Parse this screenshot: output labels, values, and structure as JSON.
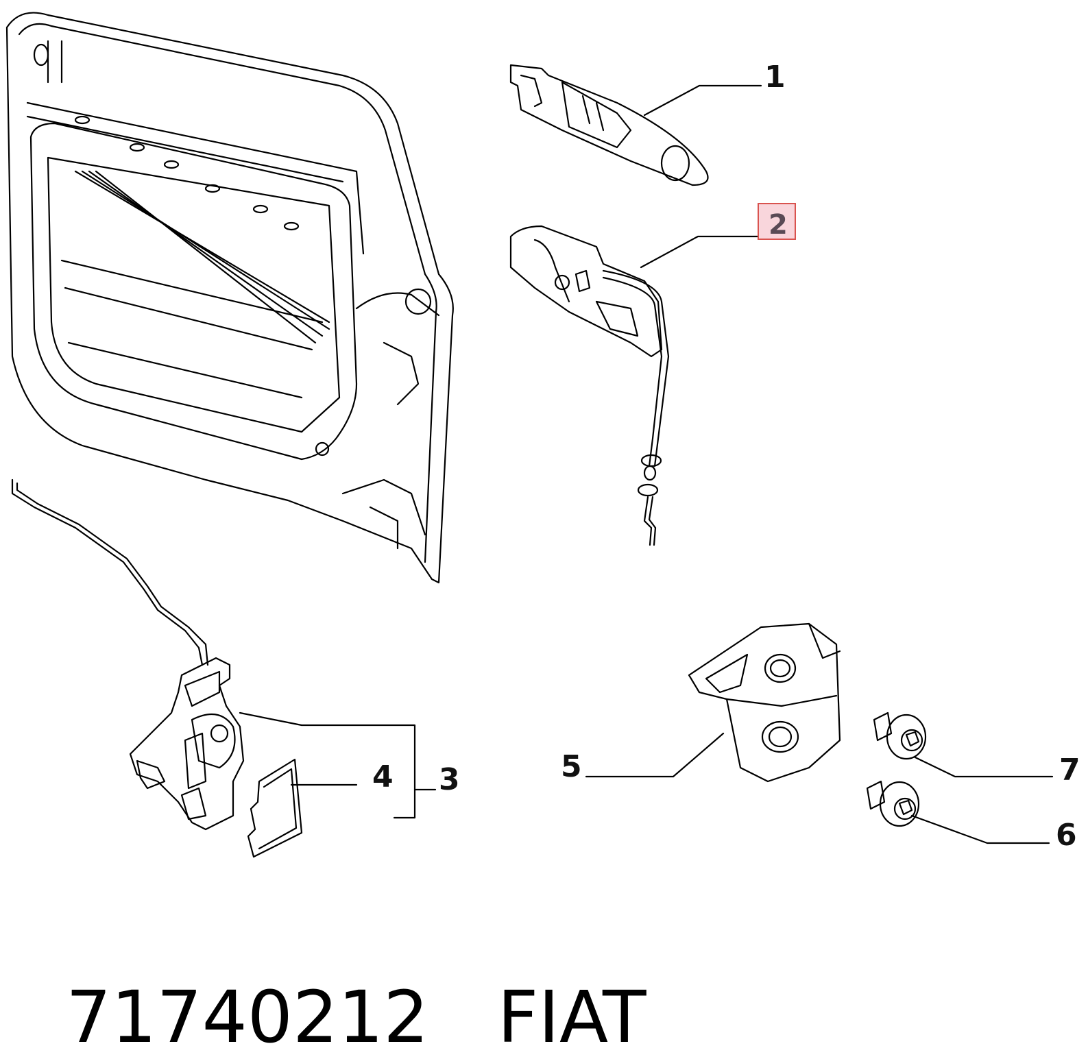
{
  "callouts": {
    "c1": "1",
    "c2": "2",
    "c3": "3",
    "c4": "4",
    "c5": "5",
    "c6": "6",
    "c7": "7"
  },
  "highlight_color": "#f9d6dc",
  "highlight_border": "#d9534f",
  "footer": {
    "part_number": "71740212",
    "brand": "FIAT"
  }
}
